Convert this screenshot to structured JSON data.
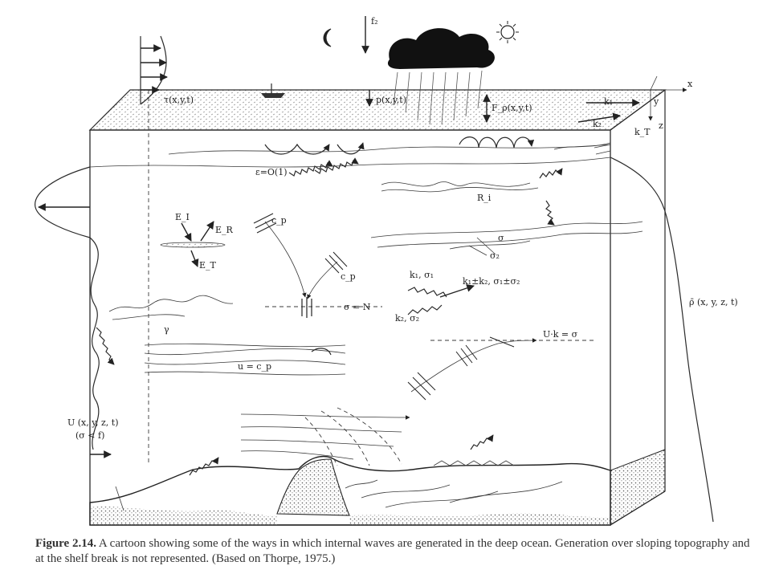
{
  "figure": {
    "labels": {
      "stress": "τ(x,y,t)",
      "pressure": "p(x,y,t)",
      "buoyancy_flux": "F_ρ(x,y,t)",
      "epsilon": "ε=O(1)",
      "richardson": "R_i",
      "energy_incident": "E_I",
      "energy_reflected": "E_R",
      "energy_transmitted": "E_T",
      "phase_speed_1": "c_p",
      "phase_speed_2": "c_p",
      "sigma_N": "σ = N",
      "sigma": "σ",
      "sigma_2": "σ₂",
      "k1_sigma1": "k₁, σ₁",
      "k2_sigma2": "k₂, σ₂",
      "k_sum": "k₁±k₂, σ₁±σ₂",
      "doppler": "U·k = σ",
      "u_cp": "u = c_p",
      "gamma": "γ",
      "current": "U (x, y, z, t)",
      "current_condition": "(σ < f)",
      "density": "ρ̄ (x, y, z, t)",
      "k1": "k₁",
      "k2": "k₂",
      "kT": "k_T",
      "axis_x": "x",
      "axis_y": "y",
      "axis_z": "z",
      "f2": "f₂"
    }
  },
  "caption": {
    "figure_number": "Figure 2.14.",
    "text": "A cartoon showing some of the ways in which internal waves are generated in the deep ocean. Generation over sloping topography and at the shelf break is not represented. (Based on Thorpe, 1975.)"
  }
}
